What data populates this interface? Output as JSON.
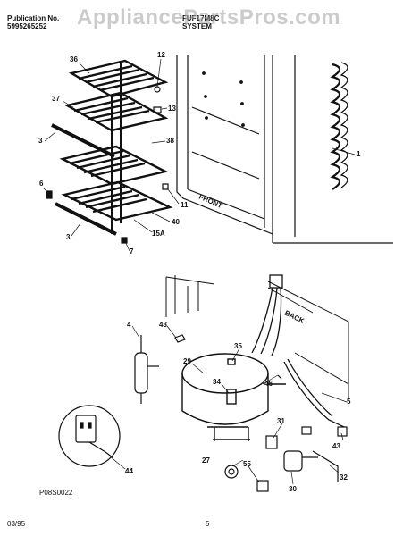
{
  "header": {
    "publication_label": "Publication No.",
    "publication_number": "5995265252",
    "model": "FUF17M8C",
    "section": "SYSTEM"
  },
  "watermark": "AppliancePartsPros.com",
  "callouts_top": {
    "c36": "36",
    "c12": "12",
    "c37": "37",
    "c13": "13",
    "c3a": "3",
    "c38": "38",
    "c1": "1",
    "c6": "6",
    "c11": "11",
    "c40": "40",
    "c15a": "15A",
    "c3b": "3",
    "c7": "7"
  },
  "labels": {
    "front": "FRONT",
    "back": "BACK"
  },
  "callouts_bottom": {
    "c4": "4",
    "c43a": "43",
    "c35": "35",
    "c29": "29",
    "c34": "34",
    "c46": "46",
    "c5": "5",
    "c31": "31",
    "c43b": "43",
    "c44": "44",
    "c27": "27",
    "c55": "55",
    "c30": "30",
    "c32": "32"
  },
  "diagram_code": "P08S0022",
  "footer": {
    "date": "03/95",
    "page": "5"
  }
}
